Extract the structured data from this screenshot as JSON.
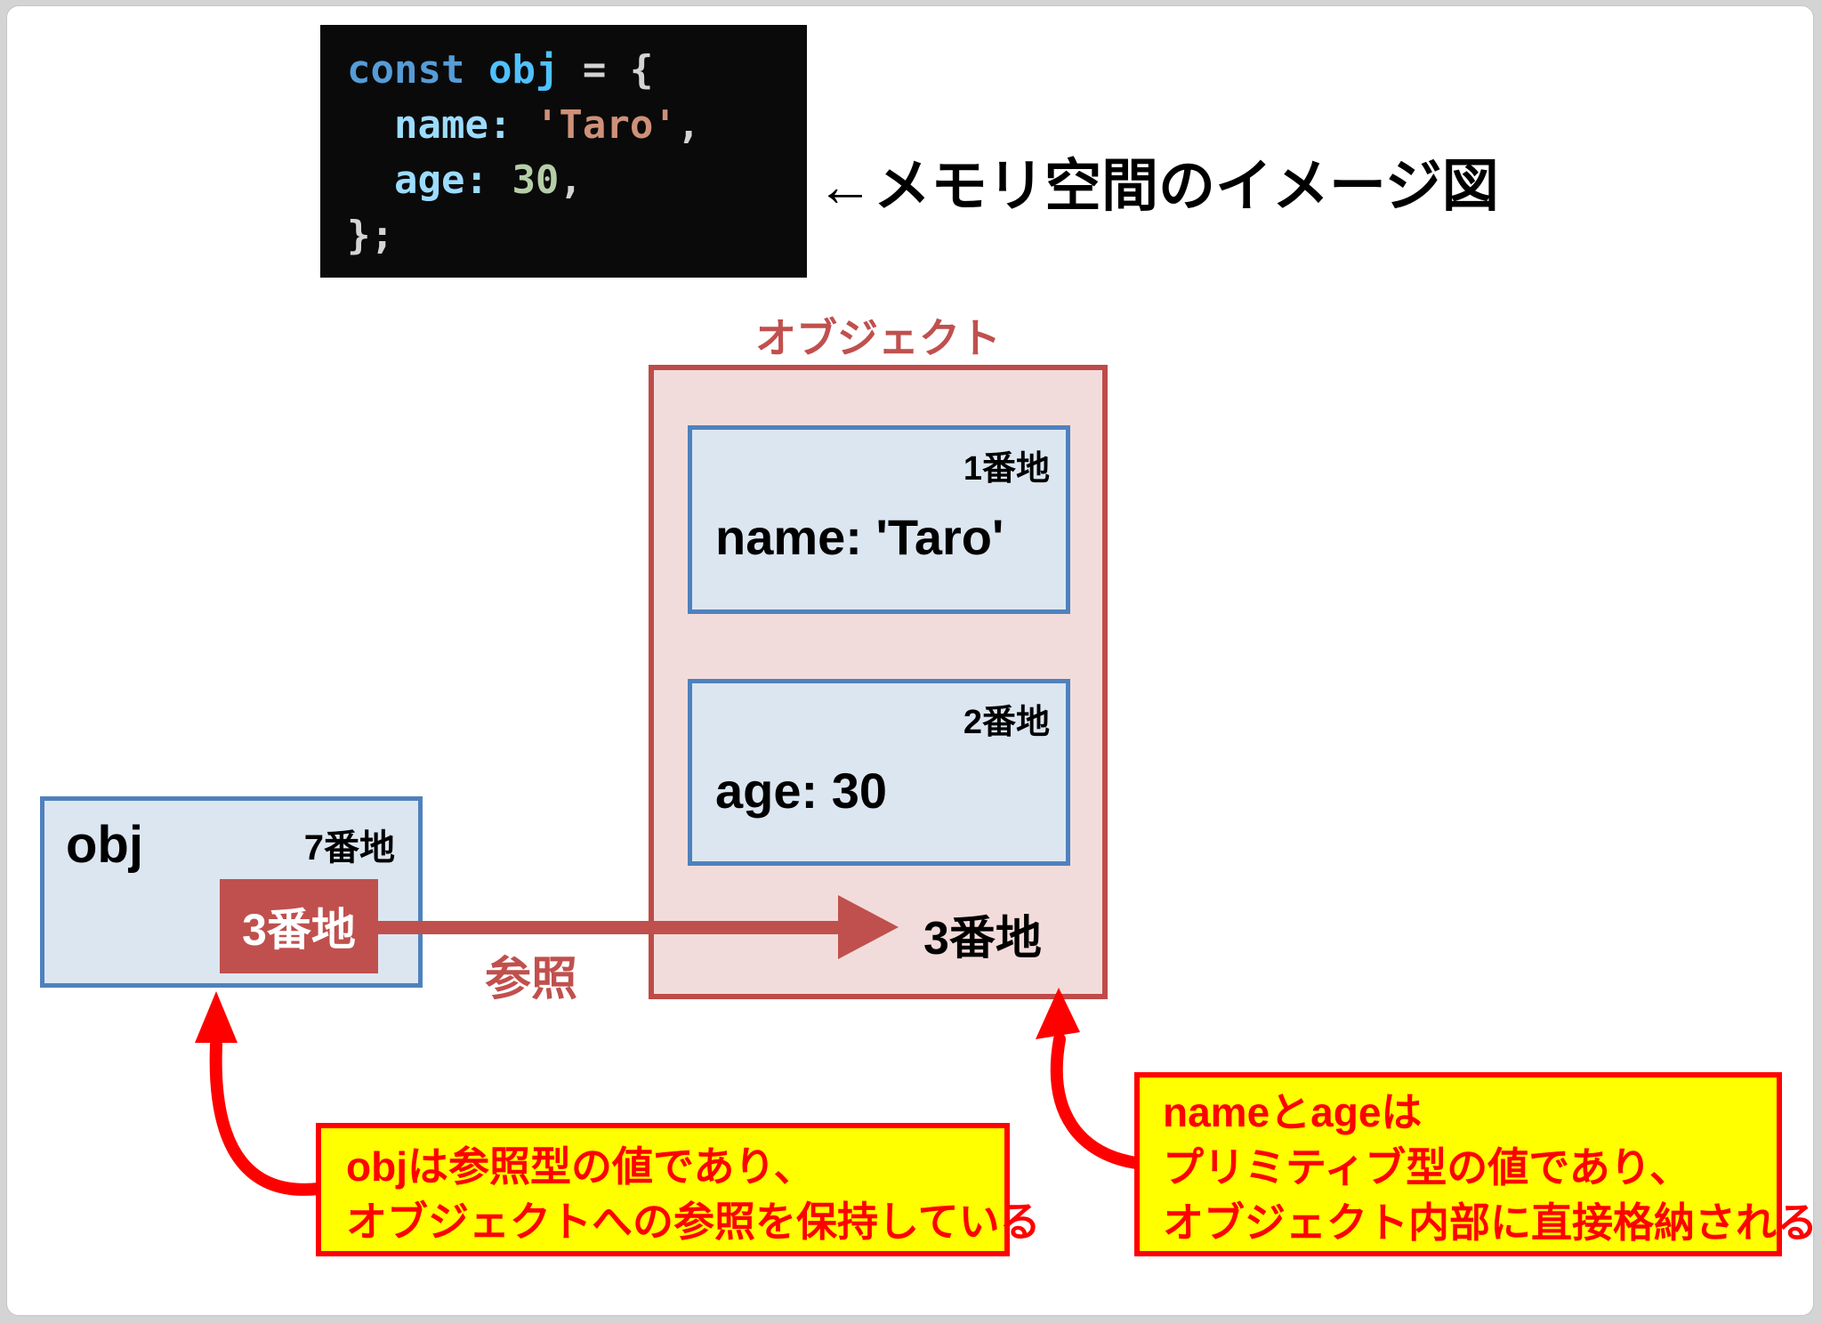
{
  "colors": {
    "brick": "#C0504D",
    "brick_border": "#BE4B48",
    "pink_fill": "#F2DCDB",
    "blue_border": "#4F81BD",
    "blue_fill": "#DCE6F1",
    "accent_red": "#FF0000",
    "yellow": "#FFFF00",
    "code_bg": "#0A0A0A",
    "tok_keyword": "#569CD6",
    "tok_variable": "#4FC1FF",
    "tok_property": "#9CDCFE",
    "tok_string": "#CE9178",
    "tok_number": "#B5CEA8",
    "tok_punct": "#D4D4D4"
  },
  "header": {
    "title": "←メモリ空間のイメージ図"
  },
  "code": {
    "line1": {
      "kw": "const ",
      "var": "obj",
      "op": " = {"
    },
    "line2": {
      "indent": "  ",
      "key": "name:",
      "str": " 'Taro'",
      "comma": ","
    },
    "line3": {
      "indent": "  ",
      "key": "age:",
      "num": " 30",
      "comma": ","
    },
    "line4": {
      "close": "};"
    }
  },
  "object_box": {
    "label": "オブジェクト",
    "cells": [
      {
        "address": "1番地",
        "value": "name: 'Taro'"
      },
      {
        "address": "2番地",
        "value": "age: 30"
      }
    ],
    "target_address": "3番地"
  },
  "obj_var_box": {
    "name": "obj",
    "address": "7番地",
    "pointer": "3番地"
  },
  "reference_label": "参照",
  "callouts": {
    "left": {
      "lines": [
        "objは参照型の値であり、",
        "オブジェクトへの参照を保持している"
      ]
    },
    "right": {
      "lines": [
        "nameとageは",
        "プリミティブ型の値であり、",
        "オブジェクト内部に直接格納される"
      ]
    }
  }
}
